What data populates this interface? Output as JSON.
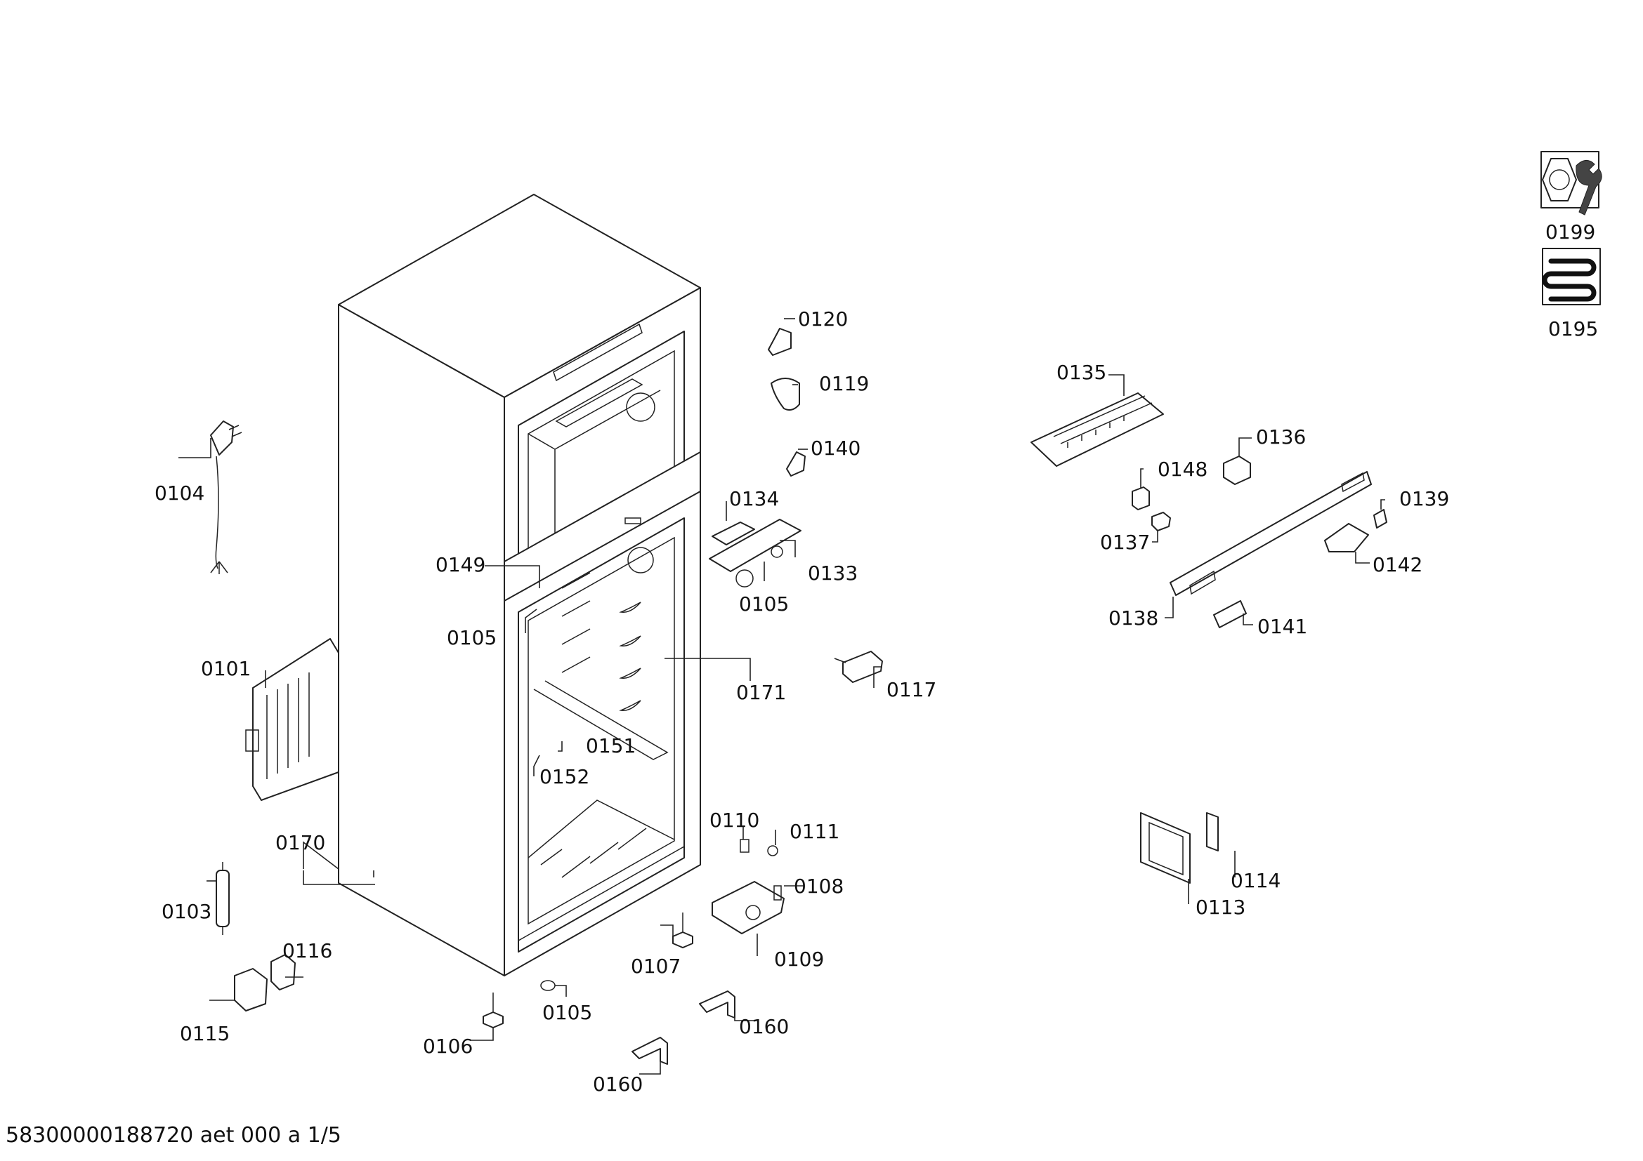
{
  "callouts": [
    {
      "id": "0101",
      "label": "0101"
    },
    {
      "id": "0103",
      "label": "0103"
    },
    {
      "id": "0104",
      "label": "0104"
    },
    {
      "id": "0105a",
      "label": "0105"
    },
    {
      "id": "0105b",
      "label": "0105"
    },
    {
      "id": "0105c",
      "label": "0105"
    },
    {
      "id": "0106",
      "label": "0106"
    },
    {
      "id": "0107",
      "label": "0107"
    },
    {
      "id": "0108",
      "label": "0108"
    },
    {
      "id": "0109",
      "label": "0109"
    },
    {
      "id": "0110",
      "label": "0110"
    },
    {
      "id": "0111",
      "label": "0111"
    },
    {
      "id": "0113",
      "label": "0113"
    },
    {
      "id": "0114",
      "label": "0114"
    },
    {
      "id": "0115",
      "label": "0115"
    },
    {
      "id": "0116",
      "label": "0116"
    },
    {
      "id": "0117",
      "label": "0117"
    },
    {
      "id": "0119",
      "label": "0119"
    },
    {
      "id": "0120",
      "label": "0120"
    },
    {
      "id": "0133",
      "label": "0133"
    },
    {
      "id": "0134",
      "label": "0134"
    },
    {
      "id": "0135",
      "label": "0135"
    },
    {
      "id": "0136",
      "label": "0136"
    },
    {
      "id": "0137",
      "label": "0137"
    },
    {
      "id": "0138",
      "label": "0138"
    },
    {
      "id": "0139",
      "label": "0139"
    },
    {
      "id": "0140",
      "label": "0140"
    },
    {
      "id": "0141",
      "label": "0141"
    },
    {
      "id": "0142",
      "label": "0142"
    },
    {
      "id": "0148",
      "label": "0148"
    },
    {
      "id": "0149",
      "label": "0149"
    },
    {
      "id": "0151",
      "label": "0151"
    },
    {
      "id": "0152",
      "label": "0152"
    },
    {
      "id": "0160a",
      "label": "0160"
    },
    {
      "id": "0160b",
      "label": "0160"
    },
    {
      "id": "0170",
      "label": "0170"
    },
    {
      "id": "0171",
      "label": "0171"
    },
    {
      "id": "0195",
      "label": "0195"
    },
    {
      "id": "0199",
      "label": "0199"
    }
  ],
  "icons": {
    "service_kit": "nut-and-wrench-icon",
    "refrigerant_coil": "coil-icon"
  },
  "footer": {
    "document_id": "58300000188720 aet 000 a 1/5"
  }
}
